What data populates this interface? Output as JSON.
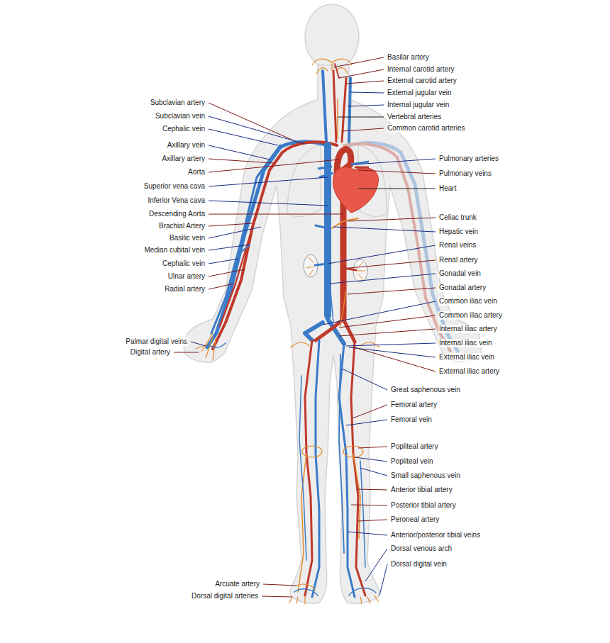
{
  "diagram": {
    "labels": [
      "Subclavian artery",
      "Subclavian vein",
      "Cephalic vein",
      "Axillary vein",
      "Axillary artery",
      "Aorta",
      "Superior vena cava",
      "Inferior Vena cava",
      "Descending Aorta",
      "Brachial Artery",
      "Basilic vein",
      "Median cubital vein",
      "Cephalic vein",
      "Ulnar artery",
      "Radial artery",
      "Palmar digital veins",
      "Digital artery",
      "Arcuate artery",
      "Dorsal digital arteries",
      "Basilar artery",
      "Internal carotid artery",
      "External carotid artery",
      "External jugular vein",
      "Internal jugular vein",
      "Vertebral arteries",
      "Common carotid arteries",
      "Pulmonary arteries",
      "Pulmonary veins",
      "Heart",
      "Celiac trunk",
      "Hepatic vein",
      "Renal veins",
      "Renal artery",
      "Gonadal vein",
      "Gonadal artery",
      "Common iliac vein",
      "Common iliac artery",
      "Internal iliac artery",
      "Internal iliac vein",
      "External iliac vein",
      "External iliac artery",
      "Great saphenous vein",
      "Femoral artery",
      "Femoral vein",
      "Popliteal artery",
      "Popliteal vein",
      "Small saphenous vein",
      "Anterior tibial artery",
      "Posterior tibial artery",
      "Peroneal artery",
      "Anterior/posterior tibial veins",
      "Dorsal venous arch",
      "Dorsal digital vein"
    ]
  }
}
